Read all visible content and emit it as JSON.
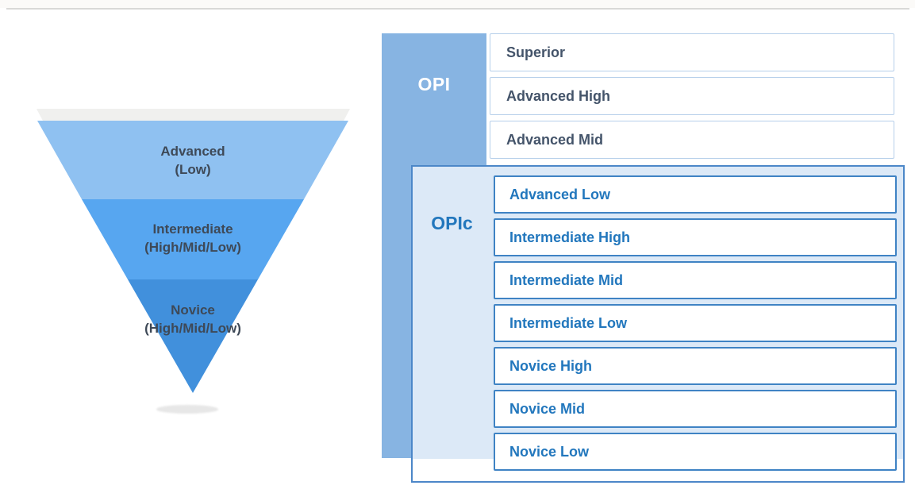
{
  "page": {
    "divider_color": "#d9d9d7",
    "background_color": "#ffffff"
  },
  "funnel": {
    "rim_color": "#f0f0ee",
    "shadow_color": "#e7e7e7",
    "text_color": "#3e4957",
    "levels": [
      {
        "label": "Advanced",
        "sub": "(Low)",
        "color": "#8fc1f1"
      },
      {
        "label": "Intermediate",
        "sub": "(High/Mid/Low)",
        "color": "#57a6f0"
      },
      {
        "label": "Novice",
        "sub": "(High/Mid/Low)",
        "color": "#4190dc"
      }
    ]
  },
  "opi": {
    "label": "OPI",
    "bar_color": "#87b4e2",
    "label_color": "#ffffff",
    "box_border_color": "#b6cfea",
    "box_text_color": "#44546a",
    "boxes": [
      "Superior",
      "Advanced High",
      "Advanced Mid"
    ]
  },
  "opic": {
    "label": "OPIc",
    "panel_fill_color": "#dce9f7",
    "panel_border_color": "#4c87c8",
    "box_border_color": "#3f83c4",
    "box_text_color": "#2277bd",
    "boxes": [
      "Advanced Low",
      "Intermediate High",
      "Intermediate Mid",
      "Intermediate Low",
      "Novice High",
      "Novice Mid",
      "Novice Low"
    ]
  }
}
